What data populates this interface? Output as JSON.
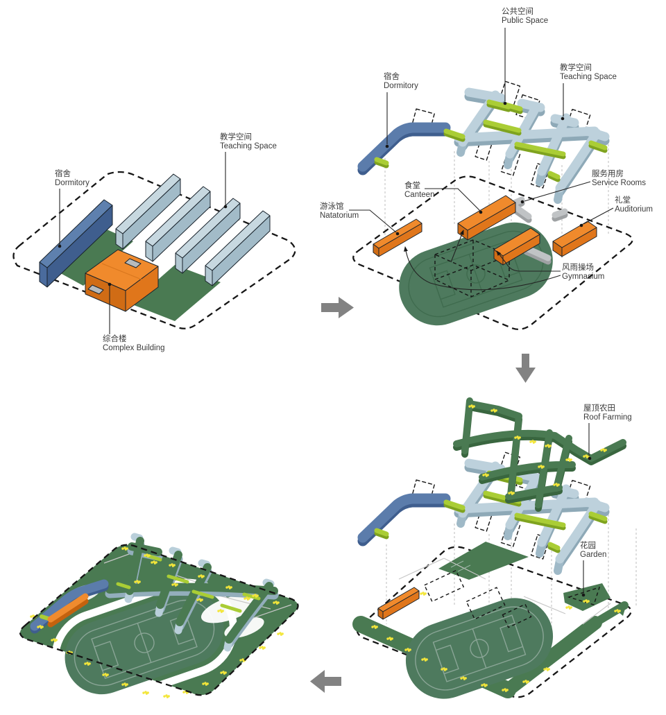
{
  "figure": {
    "type": "architectural-design-process-diagram",
    "steps": 4,
    "description": "Four-step axonometric concept diagram of a school campus"
  },
  "colors": {
    "dormitory_blue": "#5b7cab",
    "dormitory_blue_dark": "#3f5e8e",
    "teaching_blue": "#bdd1dc",
    "teaching_blue_dark": "#8ea9b7",
    "building_orange": "#ef8b2e",
    "building_orange_dark": "#d9731a",
    "site_green": "#4a7a52",
    "field_green": "#4e7a5e",
    "lime_green": "#aacd35",
    "service_gray": "#babdbf",
    "flower_yellow": "#f3e63a",
    "arrow_gray": "#828282",
    "text_gray": "#3a3a3a"
  },
  "step1": {
    "labels": {
      "dormitory": {
        "zh": "宿舍",
        "en": "Dormitory"
      },
      "teaching_space": {
        "zh": "教学空间",
        "en": "Teaching Space"
      },
      "complex_building": {
        "zh": "综合楼",
        "en": "Complex Building"
      }
    }
  },
  "step2": {
    "labels": {
      "public_space": {
        "zh": "公共空间",
        "en": "Public Space"
      },
      "teaching_space": {
        "zh": "教学空间",
        "en": "Teaching Space"
      },
      "dormitory": {
        "zh": "宿舍",
        "en": "Dormitory"
      },
      "canteen": {
        "zh": "食堂",
        "en": "Canteen"
      },
      "natatorium": {
        "zh": "游泳馆",
        "en": "Natatorium"
      },
      "service_rooms": {
        "zh": "服务用房",
        "en": "Service Rooms"
      },
      "auditorium": {
        "zh": "礼堂",
        "en": "Auditorium"
      },
      "gymnasium": {
        "zh": "风雨操场",
        "en": "Gymnasium"
      }
    }
  },
  "step3": {
    "labels": {
      "roof_farming": {
        "zh": "屋顶农田",
        "en": "Roof Farming"
      },
      "garden": {
        "zh": "花园",
        "en": "Garden"
      }
    }
  },
  "step4": {
    "labels": {}
  },
  "flow_arrows": [
    {
      "from": 1,
      "to": 2,
      "direction": "right"
    },
    {
      "from": 2,
      "to": 3,
      "direction": "down"
    },
    {
      "from": 3,
      "to": 4,
      "direction": "left"
    }
  ]
}
